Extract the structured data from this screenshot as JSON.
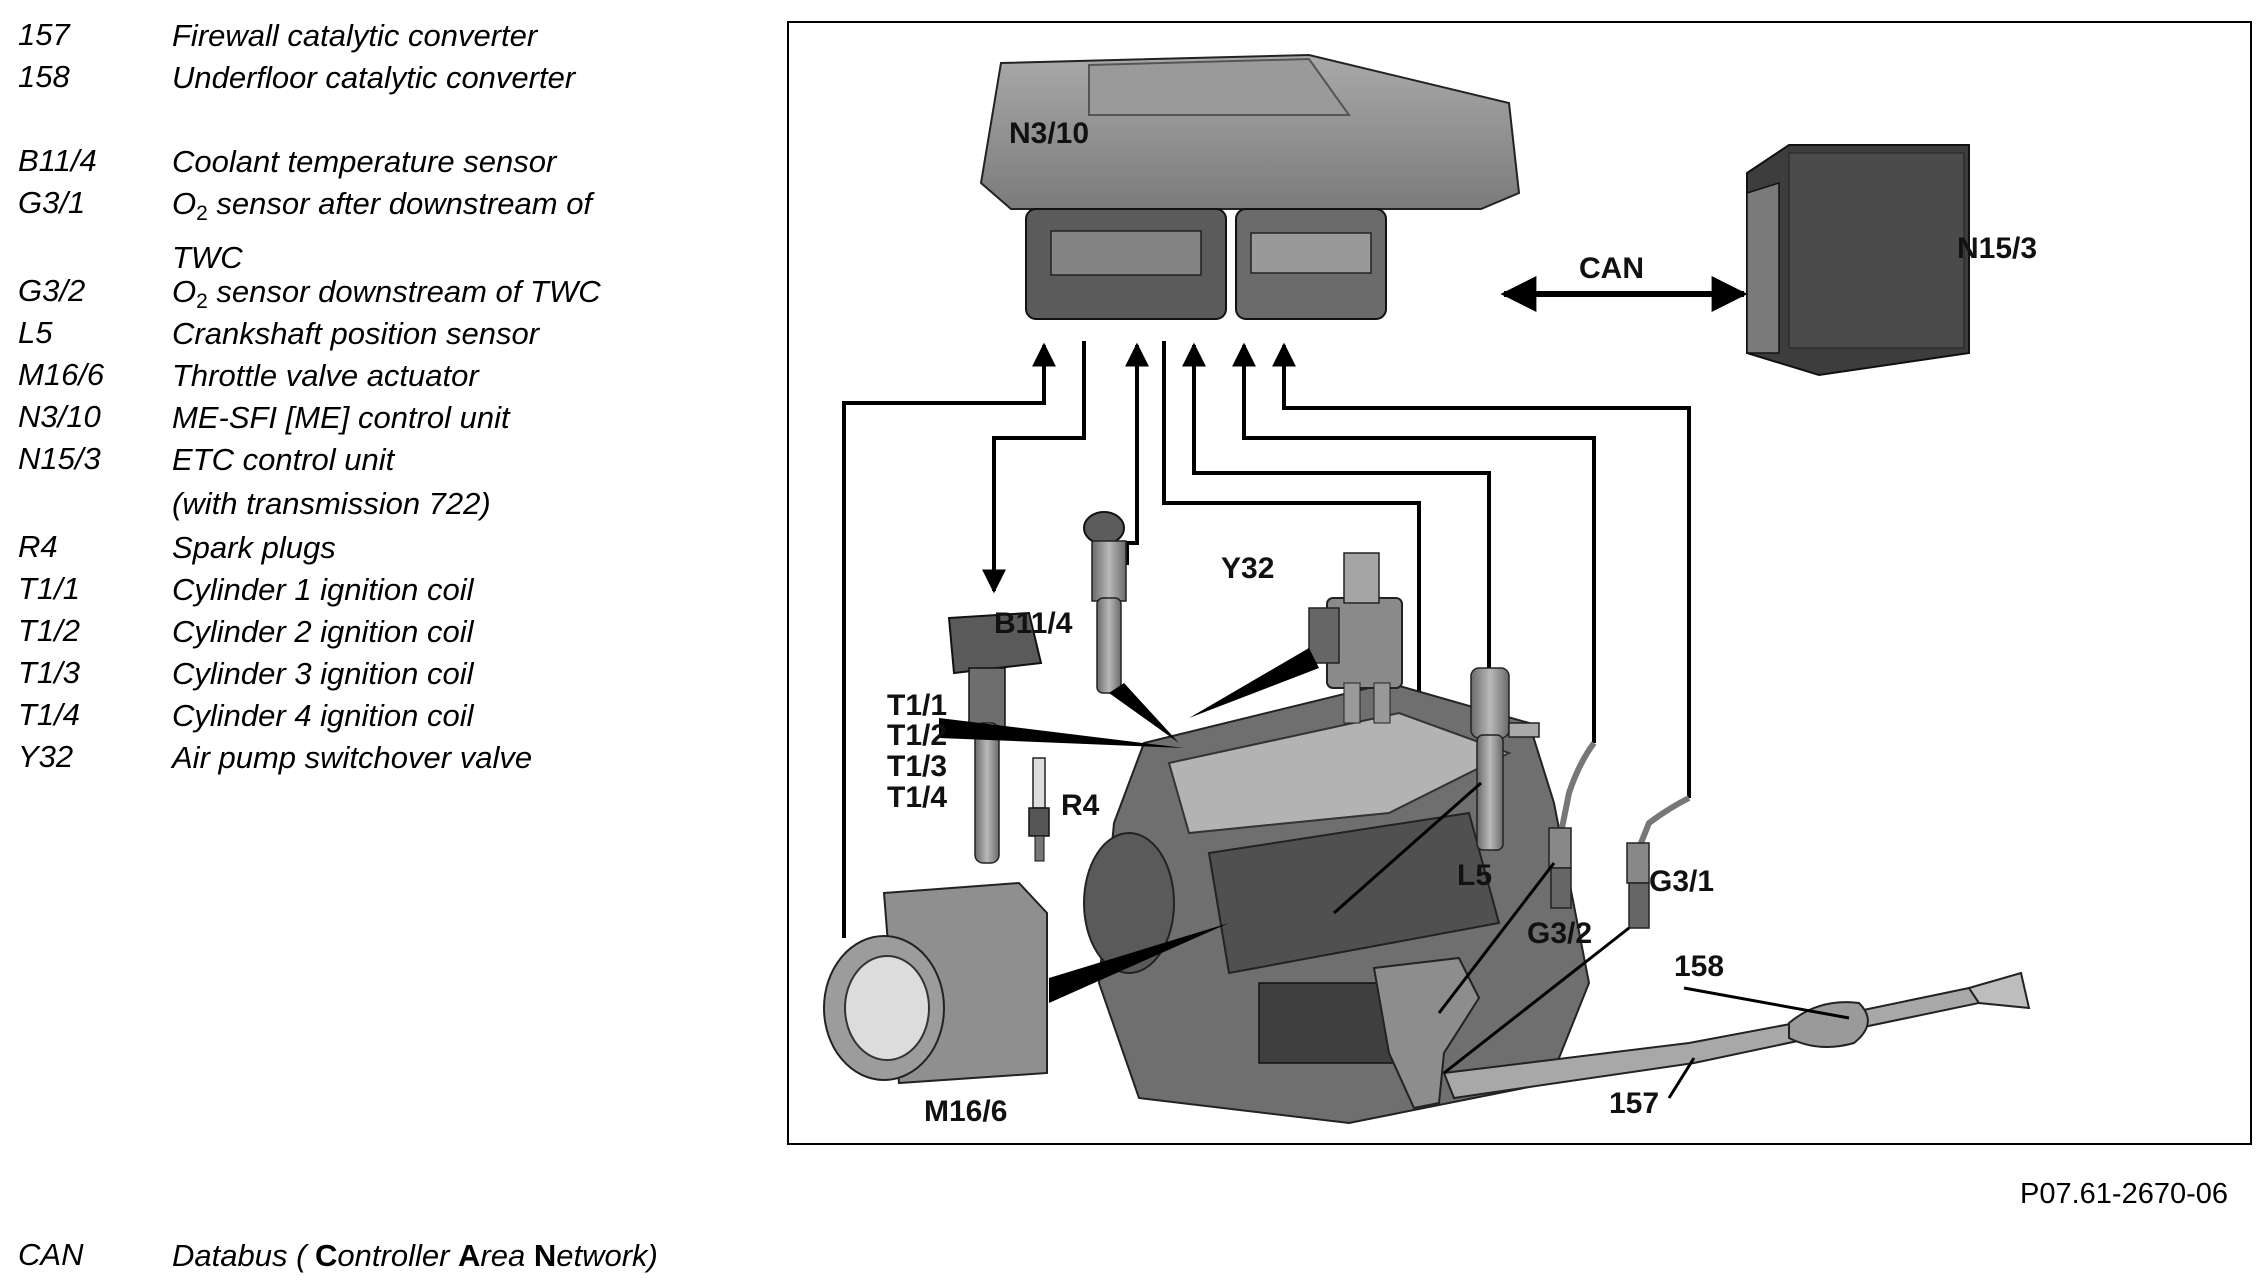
{
  "legend": {
    "items": [
      {
        "code": "157",
        "desc": "Firewall catalytic converter"
      },
      {
        "code": "158",
        "desc": "Underfloor catalytic converter"
      },
      {
        "code": "B11/4",
        "desc": "Coolant temperature sensor"
      },
      {
        "code": "G3/1",
        "desc_pre": "O",
        "desc_sub": "2",
        "desc_post": " sensor after downstream of",
        "desc_line2": "TWC"
      },
      {
        "code": "G3/2",
        "desc_pre": "O",
        "desc_sub": "2",
        "desc_post": " sensor downstream of TWC"
      },
      {
        "code": "L5",
        "desc": "Crankshaft position sensor"
      },
      {
        "code": "M16/6",
        "desc": "Throttle valve actuator"
      },
      {
        "code": "N3/10",
        "desc": "ME-SFI [ME] control unit"
      },
      {
        "code": "N15/3",
        "desc": "ETC control unit",
        "desc_line2": "(with transmission 722)"
      },
      {
        "code": "R4",
        "desc": "Spark plugs"
      },
      {
        "code": "T1/1",
        "desc": "Cylinder 1 ignition coil"
      },
      {
        "code": "T1/2",
        "desc": "Cylinder 2 ignition coil"
      },
      {
        "code": "T1/3",
        "desc": "Cylinder 3 ignition coil"
      },
      {
        "code": "T1/4",
        "desc": "Cylinder 4 ignition coil"
      },
      {
        "code": "Y32",
        "desc": "Air pump switchover valve"
      }
    ],
    "can": {
      "code": "CAN",
      "pre": "Databus (",
      "c1": "C",
      "w1": "ontroller ",
      "c2": "A",
      "w2": "rea ",
      "c3": "N",
      "w3": "etwork)"
    }
  },
  "reference": "P07.61-2670-06",
  "diagram": {
    "labels": {
      "n3_10": "N3/10",
      "n15_3": "N15/3",
      "can": "CAN",
      "b11_4": "B11/4",
      "y32": "Y32",
      "t1_1": "T1/1",
      "t1_2": "T1/2",
      "t1_3": "T1/3",
      "t1_4": "T1/4",
      "r4": "R4",
      "l5": "L5",
      "g3_2": "G3/2",
      "g3_1": "G3/1",
      "c158": "158",
      "c157": "157",
      "m16_6": "M16/6"
    },
    "colors": {
      "line": "#000000",
      "component": "#8a8a8a",
      "component_dark": "#4a4a4a",
      "engine": "#6f6f6f"
    }
  }
}
